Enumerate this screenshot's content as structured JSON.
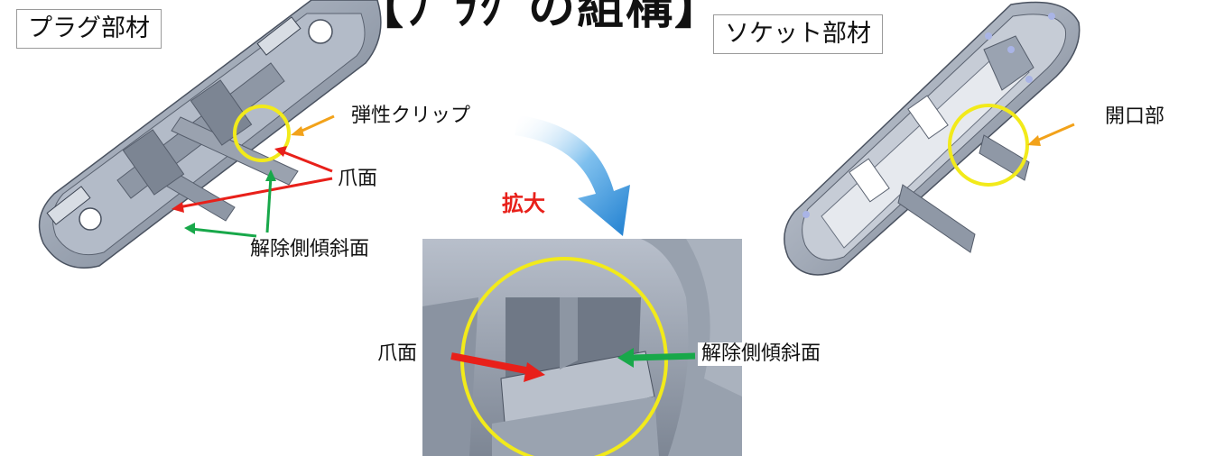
{
  "title": "【ﾌﾟﾗｸﾞの組構】",
  "plug": {
    "label": "プラグ部材"
  },
  "socket": {
    "label": "ソケット部材"
  },
  "callouts": {
    "elastic_clip": "弾性クリップ",
    "claw_face_plug": "爪面",
    "release_slope_plug": "解除側傾斜面",
    "opening": "開口部",
    "zoom": "拡大",
    "claw_face_zoom": "爪面",
    "release_slope_zoom": "解除側傾斜面"
  },
  "colors": {
    "claw_arrow": "#e8201a",
    "release_arrow": "#18a84a",
    "orange_arrow": "#f2a21a",
    "circle": "#f2ea1a",
    "blue_arrow": "#2f8fd8"
  }
}
